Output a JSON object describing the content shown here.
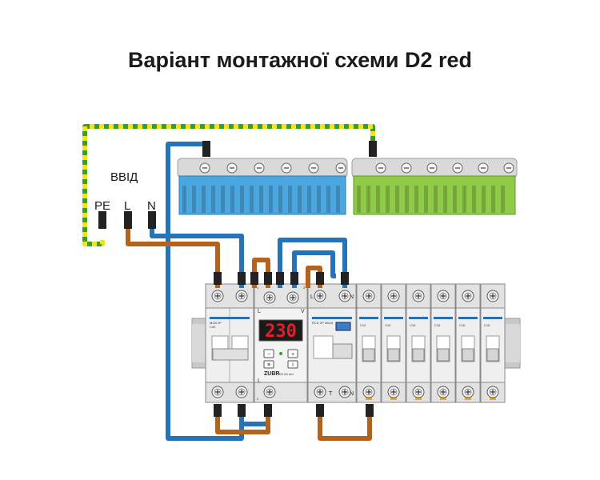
{
  "title": "Варіант монтажної схеми D2 red",
  "input": {
    "label": "ВВІД",
    "pe": "PE",
    "l": "L",
    "n": "N"
  },
  "relay": {
    "display": "230",
    "brand": "ZUBR",
    "model": "D2 63 red",
    "left_top_terminal": "L",
    "right_top_terminal": "V",
    "left_bottom_terminal": "L",
    "pin_1": "1",
    "pin_3": "3",
    "pin_2": "2",
    "minus_button": "−",
    "plus_button": "+",
    "menu_button": "≡",
    "info_button": "i"
  },
  "rcd": {
    "label": "L",
    "neutral_top": "N",
    "neutral_bottom": "N",
    "test_label": "T"
  },
  "breakers": [
    {
      "code": "C10"
    },
    {
      "code": "C16"
    },
    {
      "code": "C16"
    },
    {
      "code": "C16"
    },
    {
      "code": "C16"
    },
    {
      "code": "C16"
    }
  ],
  "colors": {
    "phase_wire": "#b4621c",
    "neutral_wire": "#2573b8",
    "earth_yellow": "#f2e31a",
    "earth_green": "#3a9e2c",
    "neutral_bus": "#4aa7e0",
    "earth_bus": "#8fcb46",
    "display_red": "#e0202a"
  }
}
